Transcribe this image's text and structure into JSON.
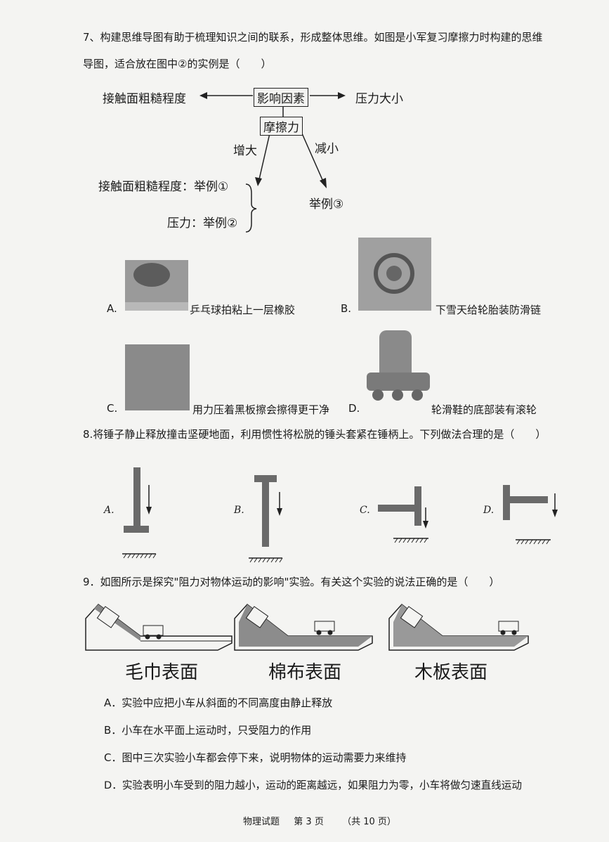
{
  "q7": {
    "line1": "7、构建思维导图有助于梳理知识之间的联系，形成整体思维。如图是小军复习摩擦力时构建的思维",
    "line2": "导图，适合放在图中②的实例是（　　）",
    "mindmap": {
      "left": "接触面粗糙程度",
      "center": "影响因素",
      "right": "压力大小",
      "bottom": "摩擦力",
      "increase": "增大",
      "decrease": "减小",
      "ex1": "接触面粗糙程度：举例①",
      "ex2": "压力：举例②",
      "ex3": "举例③"
    },
    "options": {
      "A_letter": "A.",
      "A": "乒乓球拍粘上一层橡胶",
      "B_letter": "B.",
      "B": "下雪天给轮胎装防滑链",
      "C_letter": "C.",
      "C": "用力压着黑板擦会擦得更干净",
      "D_letter": "D.",
      "D": "轮滑鞋的底部装有滚轮"
    }
  },
  "q8": {
    "text": "8.将锤子静止释放撞击坚硬地面，利用惯性将松脱的锤头套紧在锤柄上。下列做法合理的是（　　）",
    "labels": {
      "A": "A.",
      "B": "B.",
      "C": "C.",
      "D": "D."
    }
  },
  "q9": {
    "text": "9．如图所示是探究\"阻力对物体运动的影响\"实验。有关这个实验的说法正确的是（　　）",
    "surfaces": [
      "毛巾表面",
      "棉布表面",
      "木板表面"
    ],
    "options": {
      "A": "A．实验中应把小车从斜面的不同高度由静止释放",
      "B": "B．小车在水平面上运动时，只受阻力的作用",
      "C": "C．图中三次实验小车都会停下来，说明物体的运动需要力来维持",
      "D": "D．实验表明小车受到的阻力越小，运动的距离越远，如果阻力为零，小车将做匀速直线运动"
    }
  },
  "footer": {
    "subject": "物理试题",
    "page": "第 3 页",
    "total": "（共 10 页）"
  }
}
